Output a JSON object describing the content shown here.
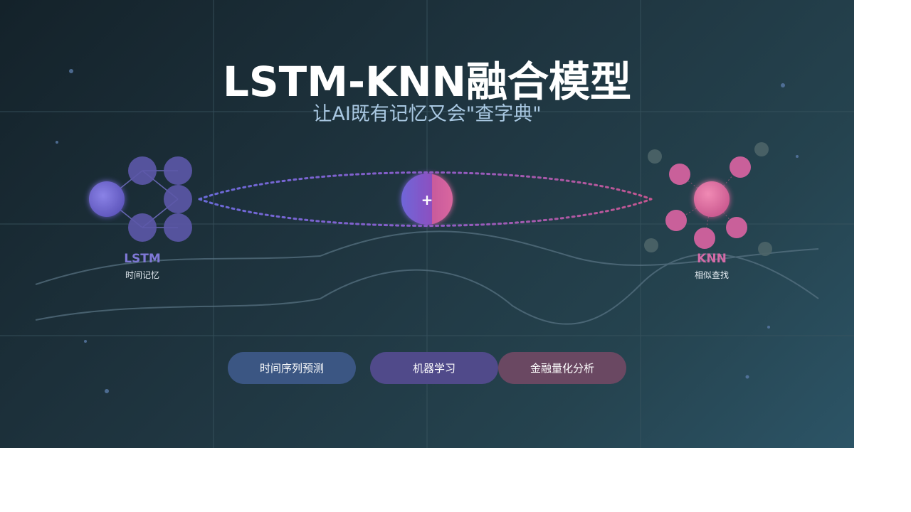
{
  "header": {
    "title": "LSTM-KNN融合模型",
    "subtitle": "让AI既有记忆又会\"查字典\""
  },
  "lstm": {
    "label": "LSTM",
    "description": "时间记忆"
  },
  "knn": {
    "label": "KNN",
    "description": "相似查找"
  },
  "fusion": {
    "symbol": "+"
  },
  "tags": [
    {
      "label": "时间序列预测"
    },
    {
      "label": "机器学习"
    },
    {
      "label": "金融量化分析"
    }
  ],
  "colors": {
    "lstm_accent": "#7f78d6",
    "knn_accent": "#d26aa6",
    "background_start": "#14222a",
    "background_end": "#2c5466"
  },
  "icons": [
    "lstm-network-icon",
    "fusion-node-icon",
    "knn-cluster-icon"
  ]
}
